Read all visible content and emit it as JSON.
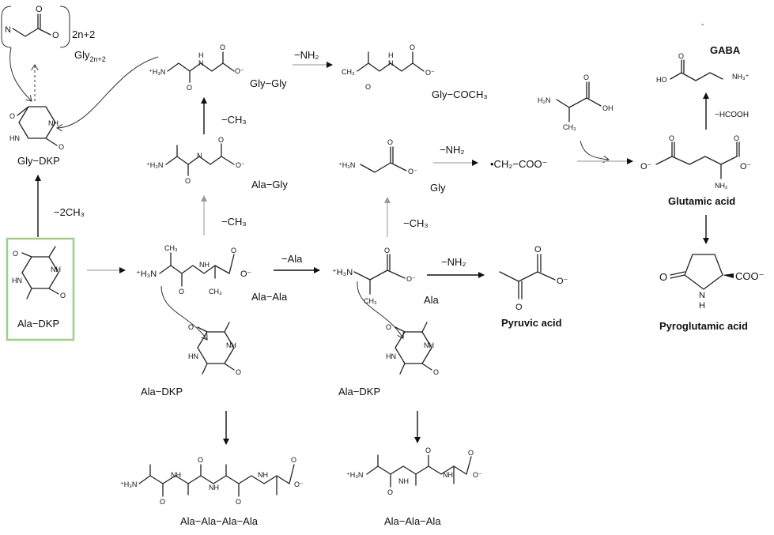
{
  "compounds": {
    "gly_poly": {
      "n_atom": "N",
      "o_atom": "O",
      "repeat": "2n+2",
      "name_base": "Gly",
      "name_sub": "2n+2"
    },
    "gly_dkp": {
      "name": "Gly−DKP",
      "o": "O",
      "nh": "NH",
      "hn": "HN"
    },
    "ala_dkp_start": {
      "name": "Ala−DKP",
      "o": "O",
      "nh": "NH",
      "hn": "HN"
    },
    "gly_gly": {
      "name": "Gly−Gly",
      "h3n": "⁺H₃N",
      "hn": "H",
      "n": "N",
      "o": "O",
      "ominus": "O⁻"
    },
    "ala_gly": {
      "name": "Ala−Gly",
      "h3n": "⁺H₃N",
      "n": "N",
      "o": "O",
      "ominus": "O⁻"
    },
    "ala_ala": {
      "name": "Ala−Ala",
      "h3n": "⁺H₃N",
      "nh": "NH",
      "o": "O",
      "ominus": "O⁻",
      "ch3": "CH₃"
    },
    "ala_dkp_mid": {
      "name": "Ala−DKP",
      "o": "O",
      "nh": "NH",
      "hn": "HN"
    },
    "ala4": {
      "name": "Ala−Ala−Ala−Ala",
      "h3n": "⁺H₃N",
      "nh": "NH",
      "o": "O",
      "ominus": "O⁻"
    },
    "gly_coch3": {
      "name": "Gly−COCH₃",
      "ch3": "CH₃",
      "n": "N",
      "h": "H",
      "o": "O",
      "ominus": "O⁻"
    },
    "gly": {
      "name": "Gly",
      "h3n": "⁺H₃N",
      "o": "O",
      "ominus": "O⁻"
    },
    "radical": {
      "text": "•CH₂−COO⁻"
    },
    "ala": {
      "name": "Ala",
      "h3n": "⁺H₃N",
      "o": "O",
      "ominus": "O⁻",
      "ch3": "CH₃"
    },
    "ala_dkp_right": {
      "name": "Ala−DKP",
      "o": "O",
      "nh": "NH",
      "hn": "HN"
    },
    "ala3": {
      "name": "Ala−Ala−Ala",
      "h3n": "⁺H₃N",
      "nh": "NH",
      "o": "O",
      "ominus": "O⁻"
    },
    "pyruvic": {
      "name": "Pyruvic acid",
      "o": "O",
      "ominus": "O⁻"
    },
    "alanine_free": {
      "h2n": "H₂N",
      "oh": "OH",
      "o": "O",
      "ch3": "CH₃"
    },
    "gaba": {
      "name": "GABA",
      "ho": "HO",
      "nh3": "NH₃⁺",
      "o": "O"
    },
    "glutamic": {
      "name": "Glutamic acid",
      "ominus": "O⁻",
      "o": "O",
      "nh2": "NH₂"
    },
    "pyroglutamic": {
      "name": "Pyroglutamic acid",
      "o": "O",
      "nh": "N",
      "h": "H",
      "coo": "COO⁻"
    }
  },
  "conditions": {
    "minus_2ch3": "−2CH₃",
    "minus_ch3_a": "−CH₃",
    "minus_ch3_b": "−CH₃",
    "minus_ch3_c": "−CH₃",
    "minus_nh2_a": "−NH₂",
    "minus_nh2_b": "−NH₂",
    "minus_nh2_c": "−NH₂",
    "minus_ala": "−Ala",
    "minus_hcooh": "−HCOOH",
    "corner_dash": "-"
  },
  "colors": {
    "highlight_box": "#9fcf8a"
  }
}
